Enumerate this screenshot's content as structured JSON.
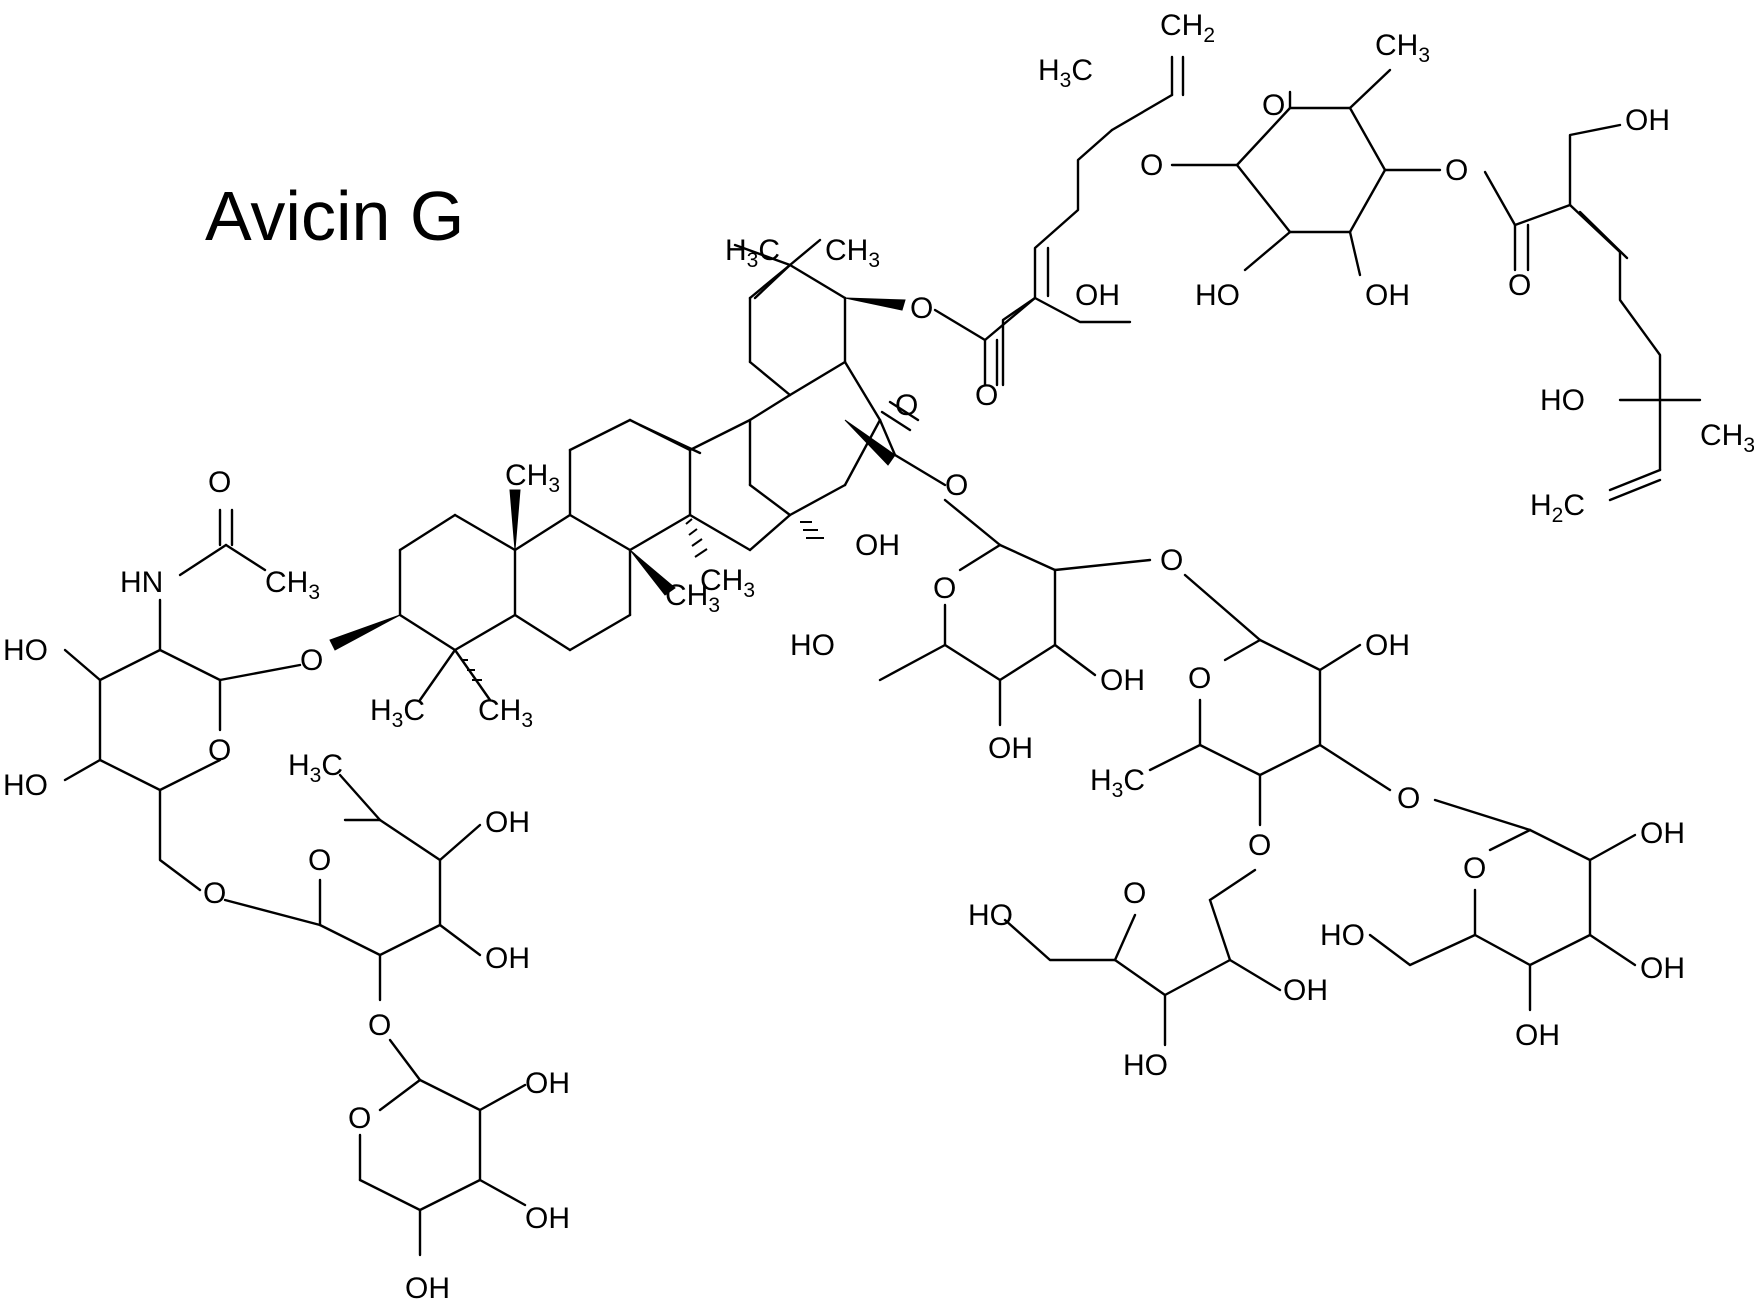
{
  "title": "Avicin G",
  "colors": {
    "ink": "#000000",
    "background": "#ffffff"
  },
  "labels": {
    "ch2_top": "CH2",
    "h3c_top": "H3C",
    "ch3_top": "CH3",
    "o_vinyl": "O",
    "o_ring1": "O",
    "o_ring1_ester": "O",
    "oh_ch2_right": "OH",
    "oh_ring1_a": "HO",
    "oh_ring1_b": "OH",
    "o_carbonyl_right": "O",
    "ho_right_chain": "HO",
    "ch3_right_chain": "CH3",
    "h2c_right_chain": "H2C",
    "h3c_e_ring": "H3C",
    "ch3_e_ring": "CH3",
    "o_ester_e": "O",
    "oh_mid_chain": "OH",
    "o_carbonyl_mid": "O",
    "o_c28_carbonyl": "O",
    "o_c28_ester": "O",
    "ch3_c8": "CH3",
    "oh_c16": "OH",
    "ch3_c14a": "CH3",
    "ch3_c14b": "CH3",
    "o_c3": "O",
    "h3c_c4": "H3C",
    "ch3_c4": "CH3",
    "o_acetyl": "O",
    "hn": "HN",
    "ch3_acetyl": "CH3",
    "ho_glcnac_a": "HO",
    "o_glcnac_ring": "O",
    "ho_glcnac_b": "HO",
    "h3c_rha_left": "H3C",
    "o_rha_left_ring": "O",
    "oh_rha_left_a": "OH",
    "o_link_left": "O",
    "oh_rha_left_b": "OH",
    "o_link_xyl": "O",
    "o_xyl_ring": "O",
    "oh_xyl_a": "OH",
    "oh_xyl_b": "OH",
    "oh_xyl_c": "OH",
    "o_glc_ring": "O",
    "ho_glc_ch2": "HO",
    "oh_glc_a": "OH",
    "oh_glc_b": "OH",
    "o_link_glc_rha": "O",
    "o_rha_right_ring": "O",
    "oh_rha_right": "OH",
    "h3c_rha_right": "H3C",
    "o_link_ara": "O",
    "o_link_glc2": "O",
    "o_ara_ring": "O",
    "ho_ara_ch2": "HO",
    "oh_ara_a": "OH",
    "ho_ara_b": "HO",
    "o_glc2_ring": "O",
    "oh_glc2_a": "OH",
    "ho_glc2_ch2": "HO",
    "oh_glc2_b": "OH",
    "oh_glc2_c": "OH"
  }
}
